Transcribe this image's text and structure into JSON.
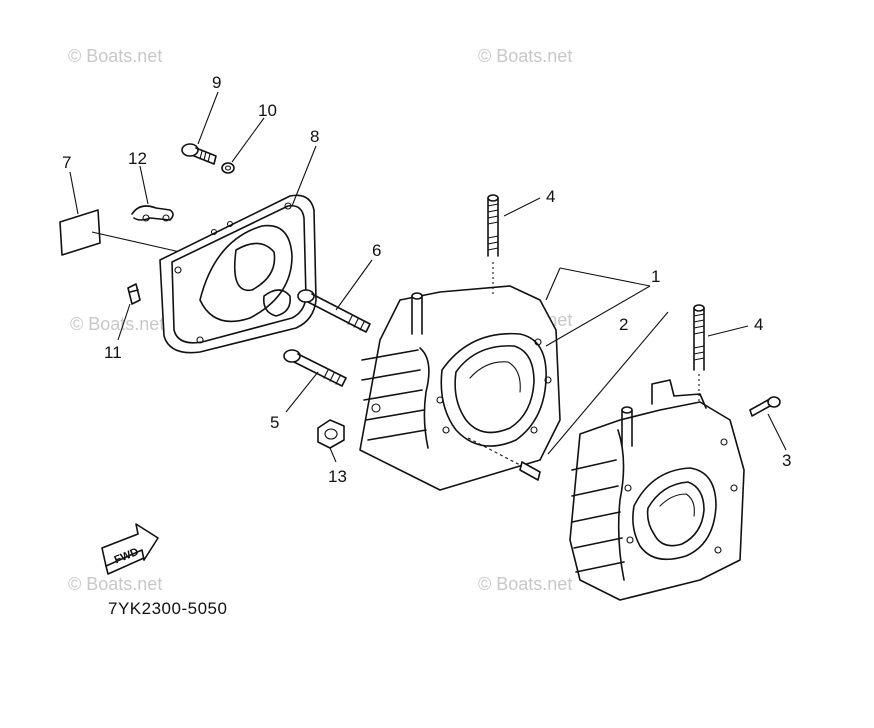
{
  "watermark": "© Boats.net",
  "part_code": "7YK2300-5050",
  "fwd_label": "FWD",
  "callouts": [
    "1",
    "2",
    "3",
    "4",
    "4",
    "5",
    "6",
    "7",
    "8",
    "9",
    "10",
    "11",
    "12",
    "13"
  ]
}
